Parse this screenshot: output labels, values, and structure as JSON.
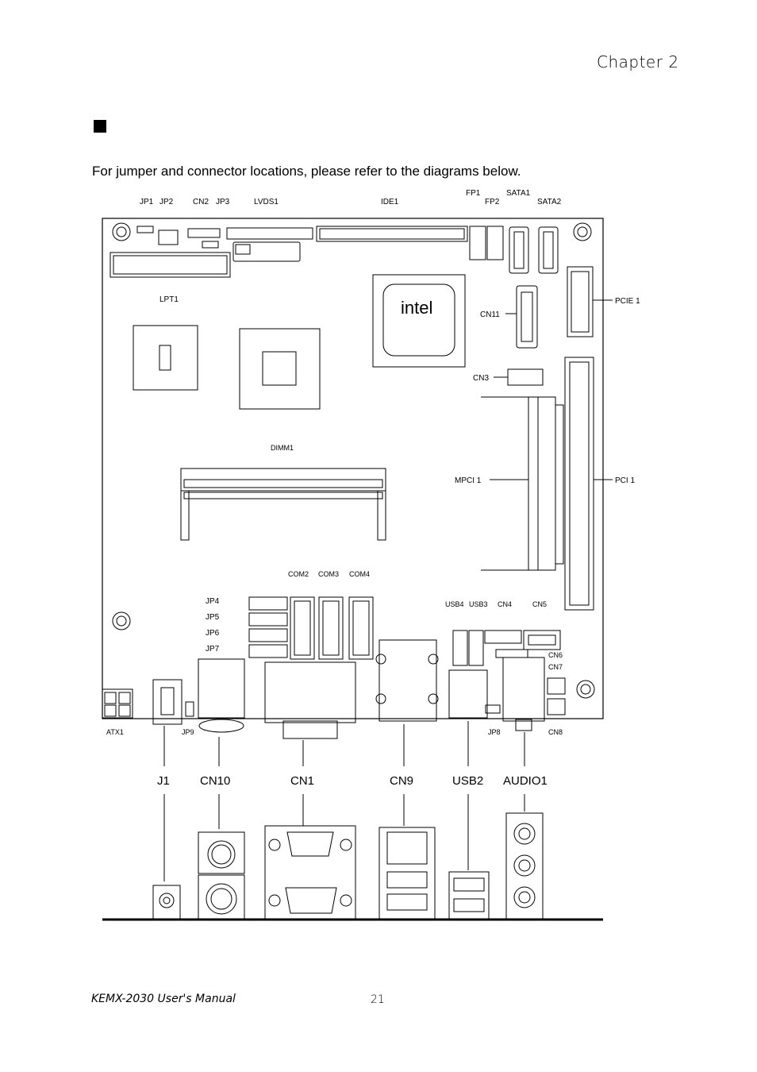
{
  "header": {
    "chapter": "Chapter 2"
  },
  "intro": {
    "text": "For jumper and connector locations, please refer to the diagrams below."
  },
  "board_labels": {
    "jp1": "JP1",
    "jp2": "JP2",
    "cn2": "CN2",
    "jp3": "JP3",
    "lvds1": "LVDS1",
    "ide1": "IDE1",
    "fp1": "FP1",
    "fp2": "FP2",
    "sata1": "SATA1",
    "sata2": "SATA2",
    "lpt1": "LPT1",
    "pcie1": "PCIE 1",
    "cn11": "CN11",
    "cn3": "CN3",
    "dimm1": "DIMM1",
    "mpci1": "MPCI 1",
    "pci1": "PCI 1",
    "com2": "COM2",
    "com3": "COM3",
    "com4": "COM4",
    "jp4": "JP4",
    "jp5": "JP5",
    "jp6": "JP6",
    "jp7": "JP7",
    "usb4": "USB4",
    "usb3": "USB3",
    "cn4": "CN4",
    "cn5": "CN5",
    "cn6": "CN6",
    "cn7": "CN7",
    "atx1": "ATX1",
    "jp9": "JP9",
    "jp8": "JP8",
    "cn8": "CN8",
    "chip_logo": "intel"
  },
  "rear_labels": {
    "j1": "J1",
    "cn10": "CN10",
    "cn1": "CN1",
    "cn9": "CN9",
    "usb2": "USB2",
    "audio1": "AUDIO1"
  },
  "footer": {
    "manual": "KEMX-2030 User's Manual",
    "page": "21"
  }
}
